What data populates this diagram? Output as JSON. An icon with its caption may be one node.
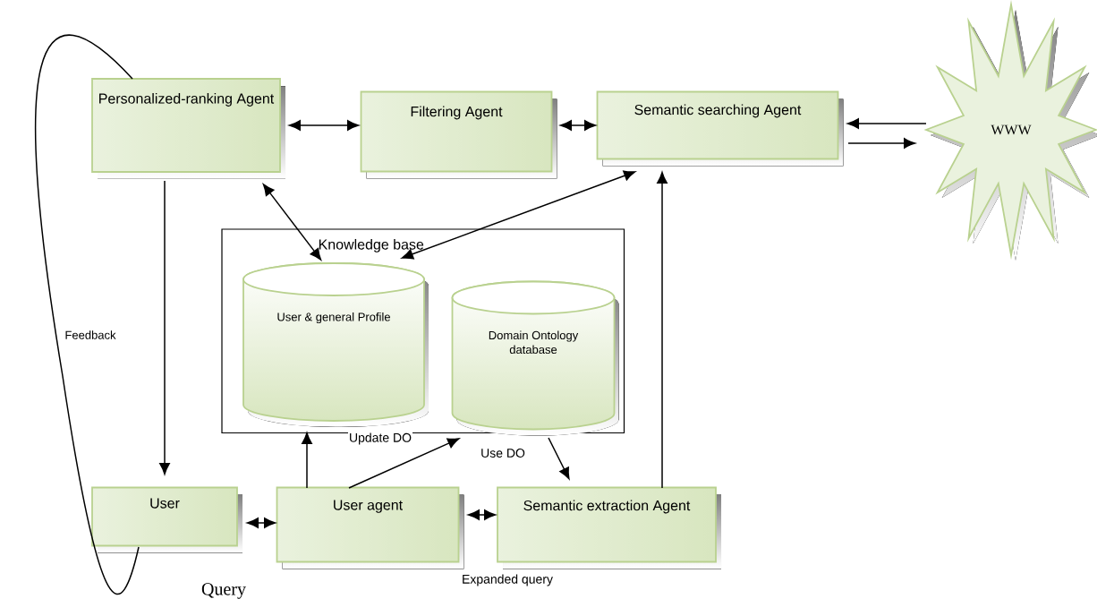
{
  "diagram": {
    "nodes": [
      {
        "text": [
          "Personalized-ranking Agent"
        ]
      },
      {
        "text": [
          "Filtering Agent"
        ]
      },
      {
        "text": [
          "Semantic searching Agent"
        ]
      },
      {
        "text": [
          "WWW"
        ]
      },
      {
        "text": [
          "Knowledge base"
        ]
      },
      {
        "text": [
          "User & general Profile"
        ],
        "in": 4
      },
      {
        "text": [
          "Domain Ontology database"
        ],
        "in": 4
      },
      {
        "text": [
          "User"
        ]
      },
      {
        "text": [
          "User agent"
        ]
      },
      {
        "text": [
          "Semantic extraction Agent"
        ]
      }
    ],
    "edges": [
      {
        "from": 0,
        "to": 1,
        "arrow": "both"
      },
      {
        "from": 1,
        "to": 2,
        "arrow": "both"
      },
      {
        "from": 2,
        "to": 3,
        "arrow": "to"
      },
      {
        "from": 3,
        "to": 2,
        "arrow": "to"
      },
      {
        "from": 0,
        "to": 5,
        "arrow": "both"
      },
      {
        "from": 2,
        "to": 5,
        "arrow": "both"
      },
      {
        "from": 0,
        "to": 7,
        "arrow": "to"
      },
      {
        "from": 8,
        "to": 5,
        "arrow": "to"
      },
      {
        "from": 8,
        "to": 6,
        "arrow": "to"
      },
      {
        "from": 6,
        "to": 9,
        "arrow": "to"
      },
      {
        "from": 9,
        "to": 2,
        "arrow": "to"
      },
      {
        "from": 7,
        "to": 8,
        "arrow": "both"
      },
      {
        "from": 8,
        "to": 9,
        "arrow": "both"
      },
      {
        "from": 7,
        "to": 0,
        "arrow": "none",
        "label": "Feedback"
      }
    ],
    "labels": [
      "Update DO",
      "Use DO",
      "Query",
      "Expanded query"
    ]
  }
}
